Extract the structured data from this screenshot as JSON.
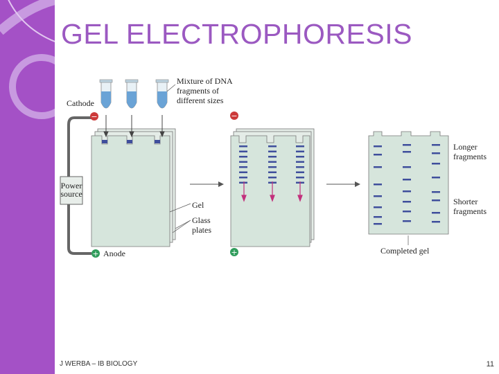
{
  "slide": {
    "title": "GEL ELECTROPHORESIS",
    "footer_left": "J WERBA – IB BIOLOGY",
    "page_number": "11"
  },
  "diagram": {
    "labels": {
      "cathode": "Cathode",
      "mixture_line1": "Mixture of DNA",
      "mixture_line2": "fragments of",
      "mixture_line3": "different sizes",
      "power_line1": "Power",
      "power_line2": "source",
      "gel": "Gel",
      "glass_line1": "Glass",
      "glass_line2": "plates",
      "anode": "Anode",
      "longer_line1": "Longer",
      "longer_line2": "fragments",
      "shorter_line1": "Shorter",
      "shorter_line2": "fragments",
      "completed": "Completed gel"
    },
    "signs": {
      "minus": "−",
      "plus": "+"
    }
  },
  "colors": {
    "accent_purple": "#a451c6",
    "gel_fill": "#d6e5dc",
    "band_blue": "#3f4e9c",
    "arrow_magenta": "#c2307c",
    "negative_red": "#cc3a3a",
    "positive_green": "#2f9c5b"
  }
}
